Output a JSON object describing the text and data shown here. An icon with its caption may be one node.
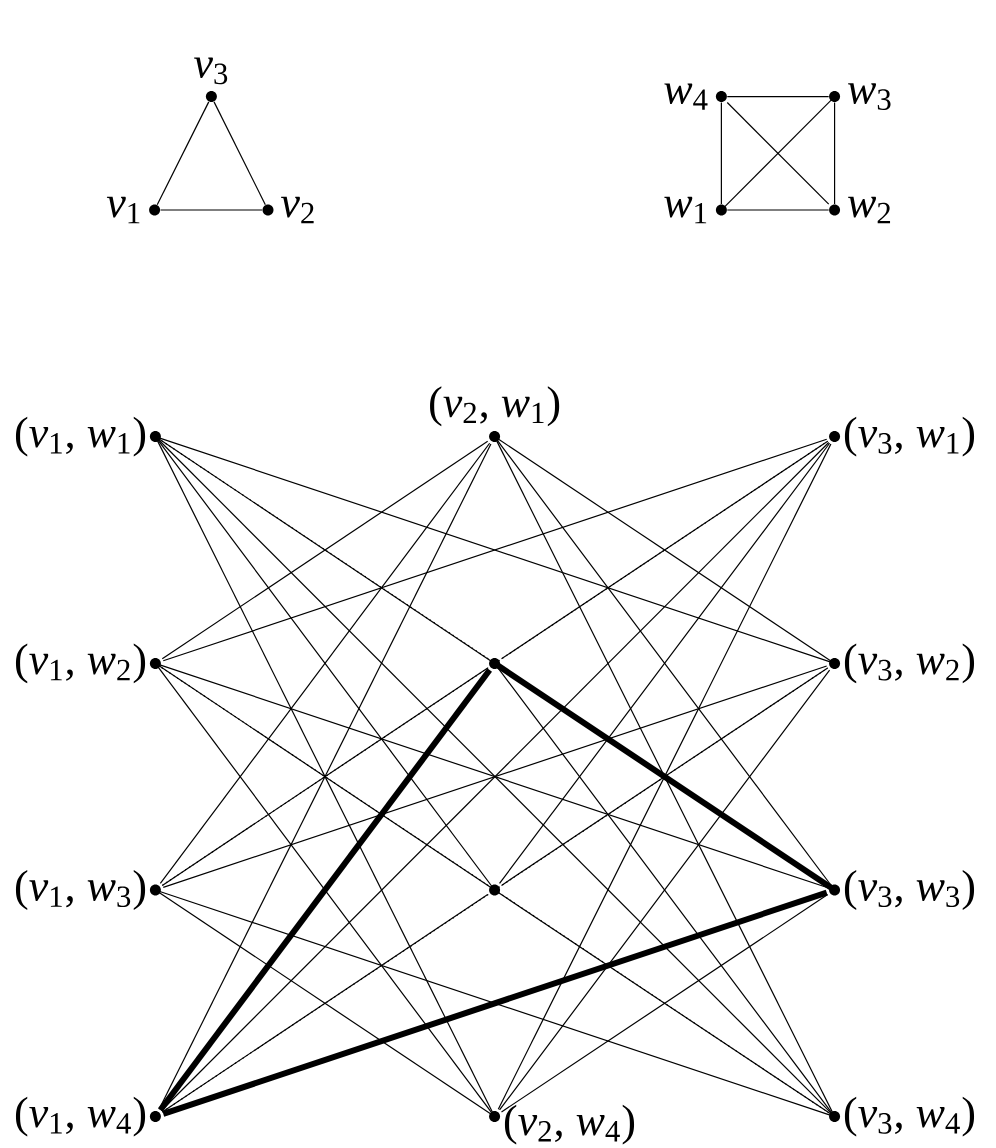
{
  "diagram": {
    "nodes": [
      {
        "text": [
          "*v*$_{1}$"
        ]
      },
      {
        "text": [
          "*v*$_{2}$"
        ]
      },
      {
        "text": [
          "*v*$_{3}$"
        ]
      },
      {
        "text": [
          "*w*$_{1}$"
        ]
      },
      {
        "text": [
          "*w*$_{2}$"
        ]
      },
      {
        "text": [
          "*w*$_{3}$"
        ]
      },
      {
        "text": [
          "*w*$_{4}$"
        ]
      },
      {
        "text": [
          "(*v*$_{1}$, *w*$_{1}$)"
        ]
      },
      {
        "text": [
          "(*v*$_{1}$, *w*$_{2}$)"
        ]
      },
      {
        "text": [
          "(*v*$_{1}$, *w*$_{3}$)"
        ]
      },
      {
        "text": [
          "(*v*$_{1}$, *w*$_{4}$)"
        ]
      },
      {
        "text": [
          "(*v*$_{2}$, *w*$_{1}$)"
        ]
      },
      {
        "text": [],
        "shape": "circle"
      },
      {
        "text": [],
        "shape": "circle"
      },
      {
        "text": [
          "(*v*$_{2}$, *w*$_{4}$)"
        ]
      },
      {
        "text": [
          "(*v*$_{3}$, *w*$_{1}$)"
        ]
      },
      {
        "text": [
          "(*v*$_{3}$, *w*$_{2}$)"
        ]
      },
      {
        "text": [
          "(*v*$_{3}$, *w*$_{3}$)"
        ]
      },
      {
        "text": [
          "(*v*$_{3}$, *w*$_{4}$)"
        ]
      }
    ],
    "edges": [
      {
        "from": 0,
        "to": 1,
        "arrow": "none"
      },
      {
        "from": 0,
        "to": 2,
        "arrow": "none"
      },
      {
        "from": 1,
        "to": 2,
        "arrow": "none"
      },
      {
        "from": 3,
        "to": 4,
        "arrow": "none"
      },
      {
        "from": 3,
        "to": 5,
        "arrow": "none"
      },
      {
        "from": 3,
        "to": 6,
        "arrow": "none"
      },
      {
        "from": 4,
        "to": 5,
        "arrow": "none"
      },
      {
        "from": 4,
        "to": 6,
        "arrow": "none"
      },
      {
        "from": 5,
        "to": 6,
        "arrow": "none"
      },
      {
        "from": 7,
        "to": 12,
        "arrow": "none"
      },
      {
        "from": 7,
        "to": 13,
        "arrow": "none"
      },
      {
        "from": 7,
        "to": 14,
        "arrow": "none"
      },
      {
        "from": 8,
        "to": 11,
        "arrow": "none"
      },
      {
        "from": 8,
        "to": 13,
        "arrow": "none"
      },
      {
        "from": 8,
        "to": 14,
        "arrow": "none"
      },
      {
        "from": 9,
        "to": 11,
        "arrow": "none"
      },
      {
        "from": 9,
        "to": 12,
        "arrow": "none"
      },
      {
        "from": 9,
        "to": 14,
        "arrow": "none"
      },
      {
        "from": 10,
        "to": 11,
        "arrow": "none"
      },
      {
        "from": 10,
        "to": 12,
        "arrow": "none",
        "style": "thick"
      },
      {
        "from": 10,
        "to": 13,
        "arrow": "none"
      },
      {
        "from": 7,
        "to": 16,
        "arrow": "none"
      },
      {
        "from": 7,
        "to": 17,
        "arrow": "none",
        "style": "dashed"
      },
      {
        "from": 7,
        "to": 18,
        "arrow": "none"
      },
      {
        "from": 8,
        "to": 15,
        "arrow": "none"
      },
      {
        "from": 8,
        "to": 17,
        "arrow": "none"
      },
      {
        "from": 8,
        "to": 18,
        "arrow": "none",
        "style": "dashed"
      },
      {
        "from": 9,
        "to": 15,
        "arrow": "none",
        "style": "dashed"
      },
      {
        "from": 9,
        "to": 16,
        "arrow": "none"
      },
      {
        "from": 9,
        "to": 18,
        "arrow": "none"
      },
      {
        "from": 10,
        "to": 15,
        "arrow": "none"
      },
      {
        "from": 10,
        "to": 16,
        "arrow": "none",
        "style": "dashed"
      },
      {
        "from": 10,
        "to": 17,
        "arrow": "none",
        "style": "thick"
      },
      {
        "from": 11,
        "to": 16,
        "arrow": "none"
      },
      {
        "from": 11,
        "to": 17,
        "arrow": "none"
      },
      {
        "from": 11,
        "to": 18,
        "arrow": "none"
      },
      {
        "from": 12,
        "to": 15,
        "arrow": "none"
      },
      {
        "from": 12,
        "to": 17,
        "arrow": "none",
        "style": "thick"
      },
      {
        "from": 12,
        "to": 18,
        "arrow": "none"
      },
      {
        "from": 13,
        "to": 15,
        "arrow": "none"
      },
      {
        "from": 13,
        "to": 16,
        "arrow": "none"
      },
      {
        "from": 13,
        "to": 18,
        "arrow": "none"
      },
      {
        "from": 14,
        "to": 15,
        "arrow": "none"
      },
      {
        "from": 14,
        "to": 16,
        "arrow": "none"
      },
      {
        "from": 14,
        "to": 17,
        "arrow": "none"
      }
    ]
  }
}
